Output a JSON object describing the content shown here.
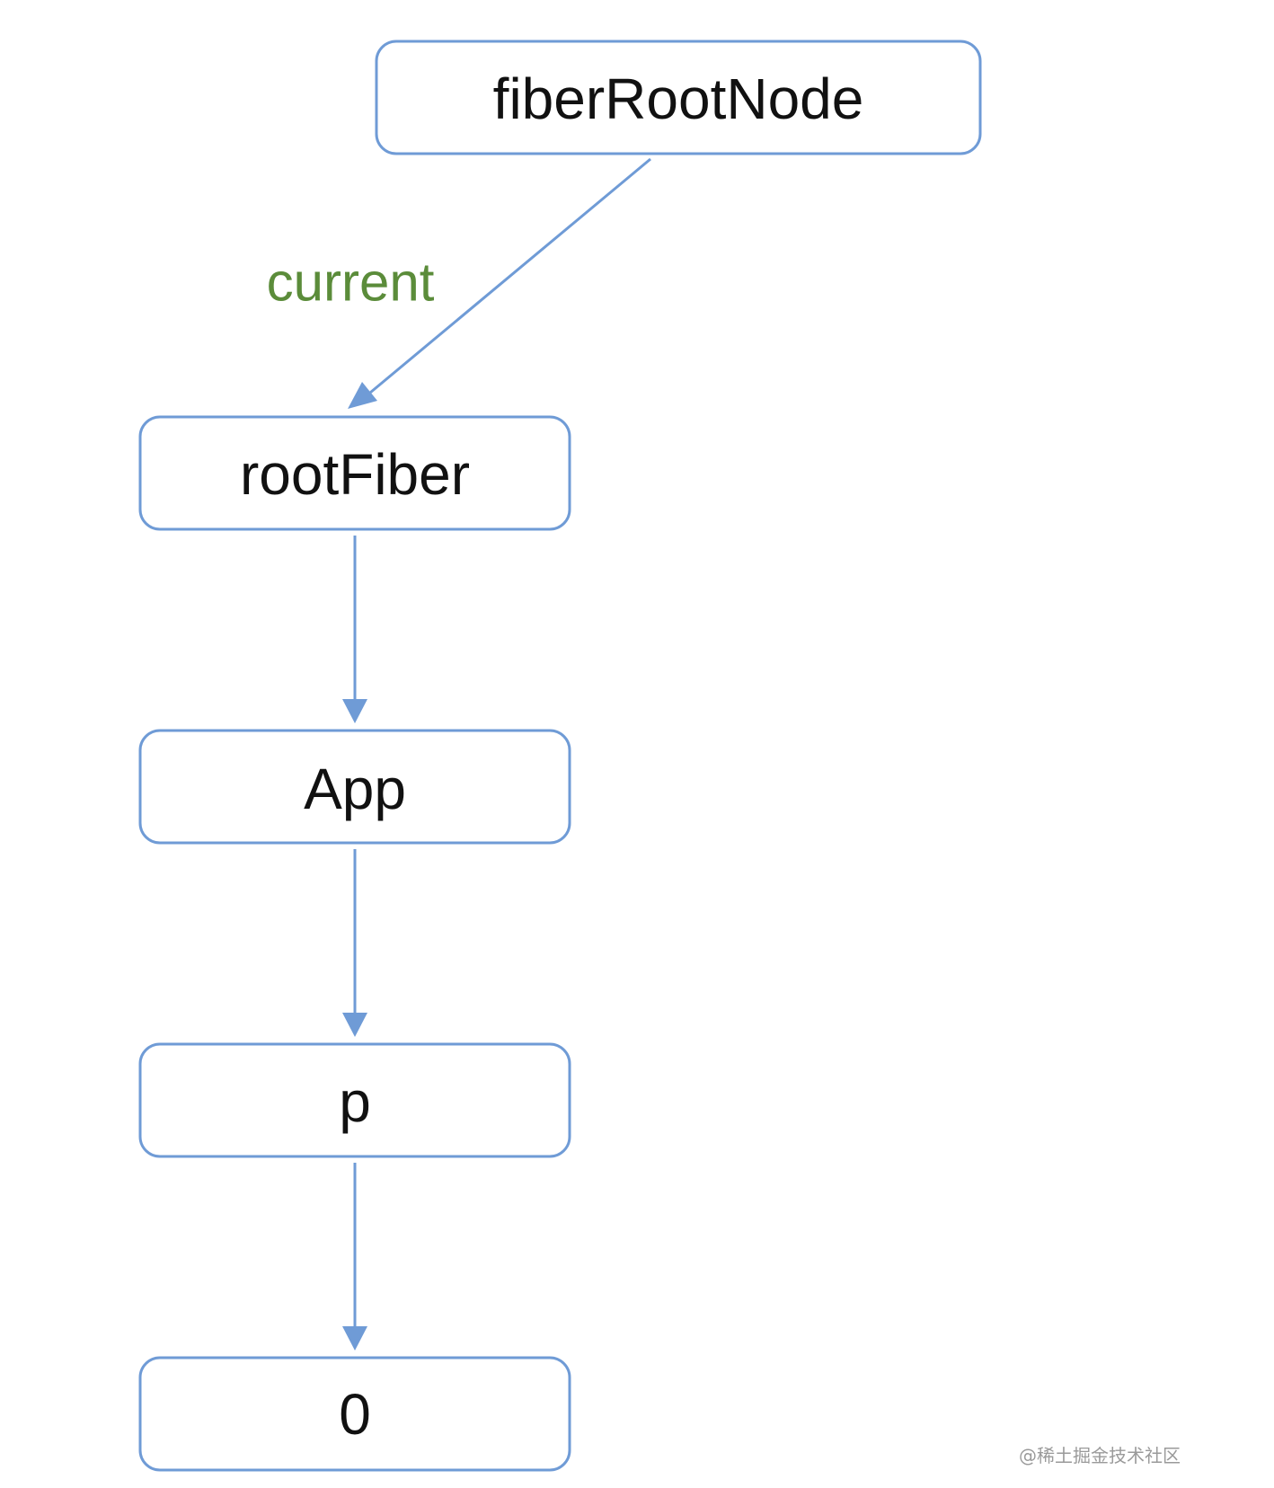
{
  "diagram": {
    "nodes": [
      {
        "id": "fiberRootNode",
        "label": "fiberRootNode"
      },
      {
        "id": "rootFiber",
        "label": "rootFiber"
      },
      {
        "id": "App",
        "label": "App"
      },
      {
        "id": "p",
        "label": "p"
      },
      {
        "id": "text0",
        "label": "0"
      }
    ],
    "edges": [
      {
        "from": "fiberRootNode",
        "to": "rootFiber",
        "label": "current"
      },
      {
        "from": "rootFiber",
        "to": "App",
        "label": ""
      },
      {
        "from": "App",
        "to": "p",
        "label": ""
      },
      {
        "from": "p",
        "to": "text0",
        "label": ""
      }
    ]
  },
  "colors": {
    "node_border": "#6f9bd6",
    "edge": "#6f9bd6",
    "edge_label": "#5b8c3a",
    "text": "#111111"
  },
  "watermark": "@稀土掘金技术社区"
}
